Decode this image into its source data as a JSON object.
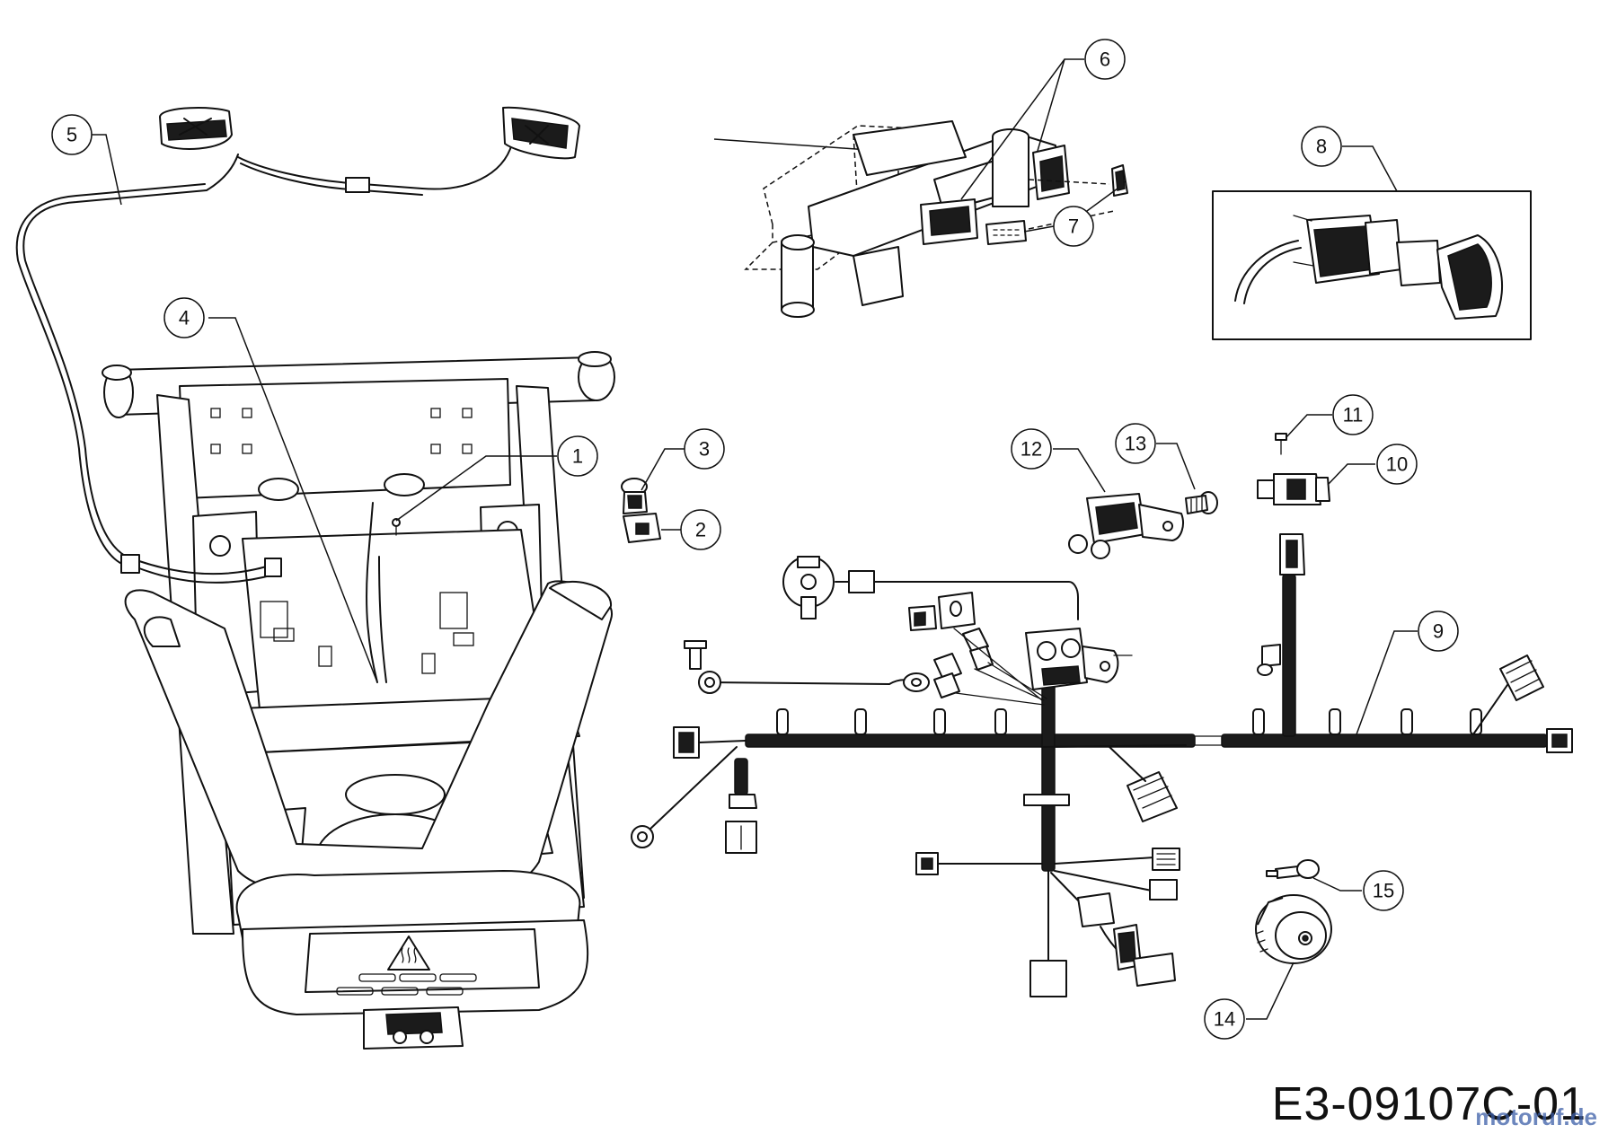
{
  "callouts": [
    {
      "id": "1",
      "label": "1"
    },
    {
      "id": "2",
      "label": "2"
    },
    {
      "id": "3",
      "label": "3"
    },
    {
      "id": "4",
      "label": "4"
    },
    {
      "id": "5",
      "label": "5"
    },
    {
      "id": "6",
      "label": "6"
    },
    {
      "id": "7",
      "label": "7"
    },
    {
      "id": "8",
      "label": "8"
    },
    {
      "id": "9",
      "label": "9"
    },
    {
      "id": "10",
      "label": "10"
    },
    {
      "id": "11",
      "label": "11"
    },
    {
      "id": "12",
      "label": "12"
    },
    {
      "id": "13",
      "label": "13"
    },
    {
      "id": "14",
      "label": "14"
    },
    {
      "id": "15",
      "label": "15"
    }
  ],
  "drawing_code": "E3-09107C-01",
  "watermark": "motoruf.de"
}
